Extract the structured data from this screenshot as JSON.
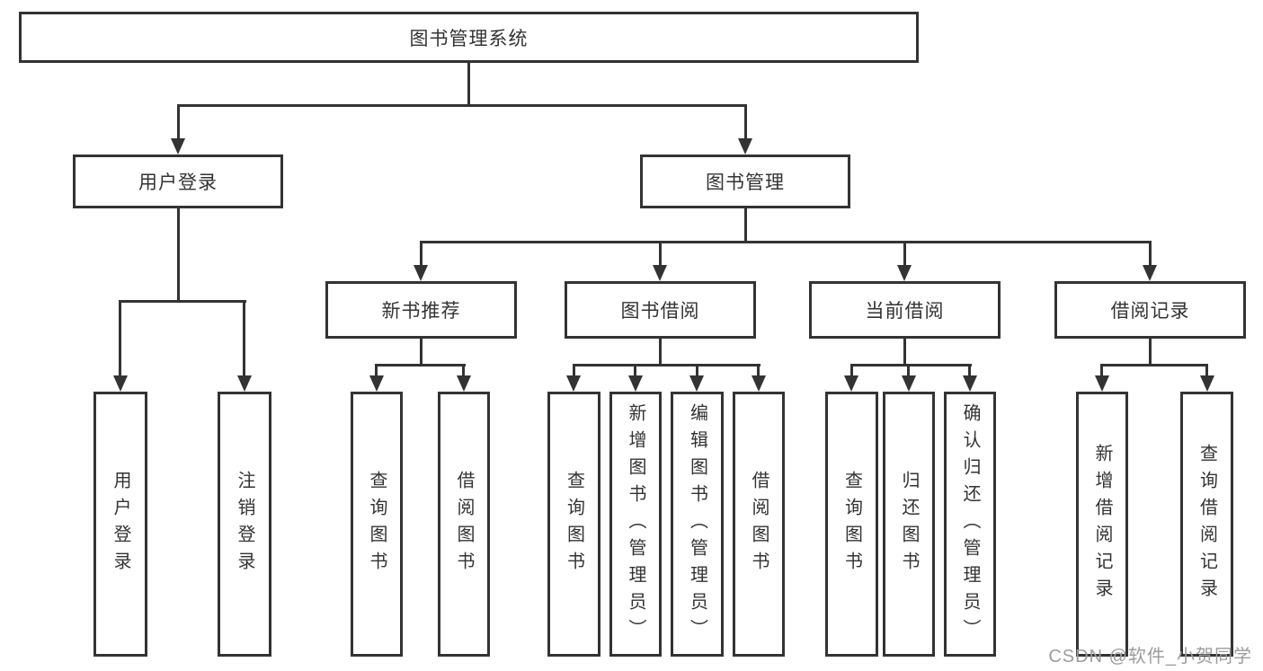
{
  "diagram": {
    "type": "feature-tree",
    "title": "图书管理系统",
    "colors": {
      "line": "#333333",
      "border": "#333333",
      "text": "#333333",
      "background": "#ffffff",
      "watermark": "#9c9c9c"
    },
    "hierarchy": {
      "图书管理系统": {
        "用户登录": [
          "用户登录",
          "注销登录"
        ],
        "图书管理": {
          "新书推荐": [
            "查询图书",
            "借阅图书"
          ],
          "图书借阅": [
            "查询图书",
            "新增图书（管理员）",
            "编辑图书（管理员）",
            "借阅图书"
          ],
          "当前借阅": [
            "查询图书",
            "归还图书",
            "确认归还（管理员）"
          ],
          "借阅记录": [
            "新增借阅记录",
            "查询借阅记录"
          ]
        }
      }
    }
  },
  "nodes": {
    "root": {
      "label": "图书管理系统"
    },
    "user_login": {
      "label": "用户登录"
    },
    "book_management": {
      "label": "图书管理"
    },
    "login": {
      "label": "用户登录"
    },
    "logout": {
      "label": "注销登录"
    },
    "new_book_recommend": {
      "label": "新书推荐"
    },
    "book_borrow": {
      "label": "图书借阅"
    },
    "current_borrow": {
      "label": "当前借阅"
    },
    "borrow_records": {
      "label": "借阅记录"
    },
    "nb_query_books": {
      "label": "查询图书"
    },
    "nb_borrow_books": {
      "label": "借阅图书"
    },
    "bb_query_books": {
      "label": "查询图书"
    },
    "bb_add_books": {
      "label": "新增图书（管理员）"
    },
    "bb_edit_books": {
      "label": "编辑图书（管理员）"
    },
    "bb_borrow_books": {
      "label": "借阅图书"
    },
    "cb_query_books": {
      "label": "查询图书"
    },
    "cb_return_books": {
      "label": "归还图书"
    },
    "cb_confirm_return": {
      "label": "确认归还（管理员）"
    },
    "br_add_record": {
      "label": "新增借阅记录"
    },
    "br_query_record": {
      "label": "查询借阅记录"
    }
  },
  "watermark": {
    "text": "CSDN @软件_小贺同学"
  }
}
